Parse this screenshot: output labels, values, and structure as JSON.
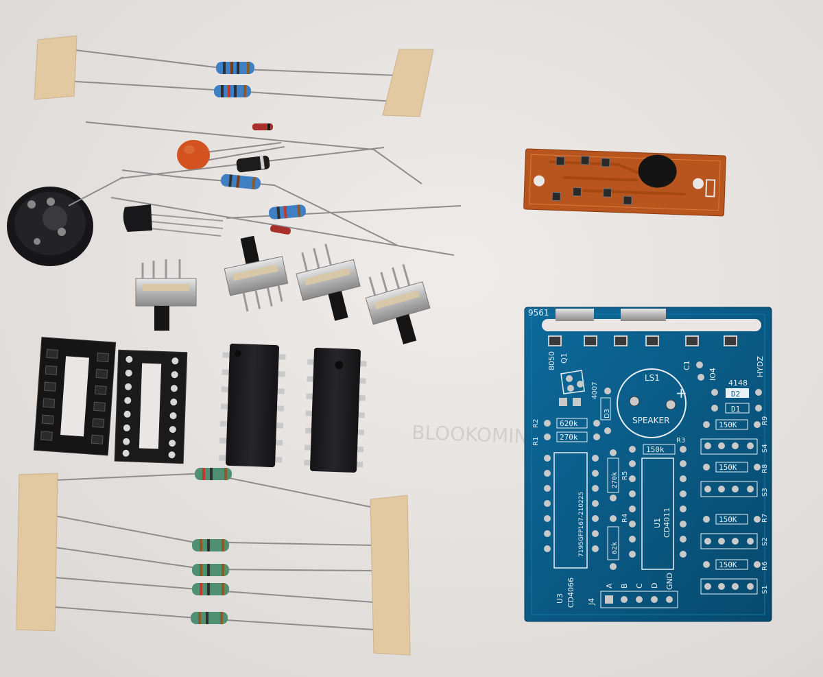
{
  "photo": {
    "subject": "electronics-kit-components",
    "colors": {
      "background": "#e9e6e5",
      "pcb_blue": "#0a5f8c",
      "pcb_orange": "#b8541e",
      "tape": "#e3c9a2",
      "resistor_blue": "#3f7fc4",
      "resistor_green": "#4f8f72",
      "ic_black": "#1d1d1f",
      "switch_metal": "#bdbdbd",
      "capacitor_orange": "#d4521f"
    }
  },
  "pcb_main": {
    "board_id": "9561",
    "tags": {
      "q1": "Q1",
      "q1_part": "8050",
      "c1": "C1",
      "io4": "IO4",
      "hydz": "HYDZ",
      "ls1": "LS1",
      "speaker": "SPEAKER",
      "plus": "+",
      "d3": "D3",
      "d3_part": "4007",
      "d2": "D2",
      "d1": "D1",
      "d_part": "4148",
      "r1": "R1",
      "r2": "R2",
      "r3": "R3",
      "r4": "R4",
      "r5": "R5",
      "r6": "R6",
      "r7": "R7",
      "r8": "R8",
      "r9": "R9",
      "s1": "S1",
      "s2": "S2",
      "s3": "S3",
      "s4": "S4",
      "j4": "J4",
      "pin_a": "A",
      "pin_b": "B",
      "pin_c": "C",
      "pin_d": "D",
      "pin_gnd": "GND",
      "u1": "U1",
      "u1_part": "CD4011",
      "u3": "U3",
      "u3_part": "CD4066",
      "u2_code": "7195GFP167-210225"
    },
    "values": {
      "r2": "620k",
      "r1": "270k",
      "r3": "150k",
      "r5": "270k",
      "r4": "62k",
      "r9": "150K",
      "r8": "150K",
      "r7": "150K",
      "r6": "150K"
    }
  }
}
